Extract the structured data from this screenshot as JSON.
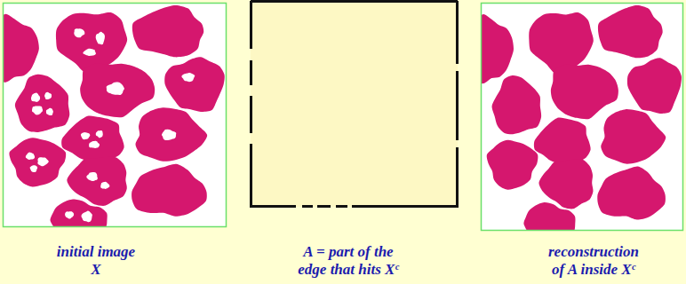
{
  "diagram": {
    "labels": [
      "initial image X",
      "A = part of the edge that hits Xᶜ",
      "reconstruction of A inside Xᶜ"
    ]
  }
}
